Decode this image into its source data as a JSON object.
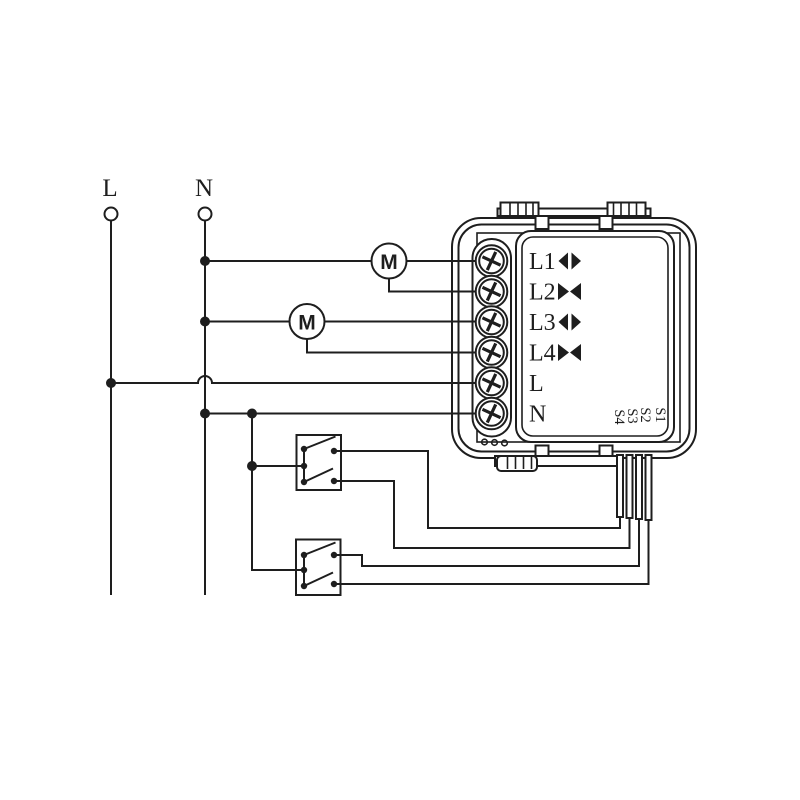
{
  "colors": {
    "line": "#1e1e1e",
    "background": "#ffffff"
  },
  "supply": {
    "live_label": "L",
    "neutral_label": "N"
  },
  "motors": [
    {
      "label": "M"
    },
    {
      "label": "M"
    }
  ],
  "module": {
    "terminals": [
      {
        "label": "L1",
        "arrow": "open"
      },
      {
        "label": "L2",
        "arrow": "close"
      },
      {
        "label": "L3",
        "arrow": "open"
      },
      {
        "label": "L4",
        "arrow": "close"
      },
      {
        "label": "L",
        "arrow": "none"
      },
      {
        "label": "N",
        "arrow": "none"
      }
    ],
    "switch_inputs": [
      {
        "label": "S1"
      },
      {
        "label": "S2"
      },
      {
        "label": "S3"
      },
      {
        "label": "S4"
      }
    ]
  }
}
